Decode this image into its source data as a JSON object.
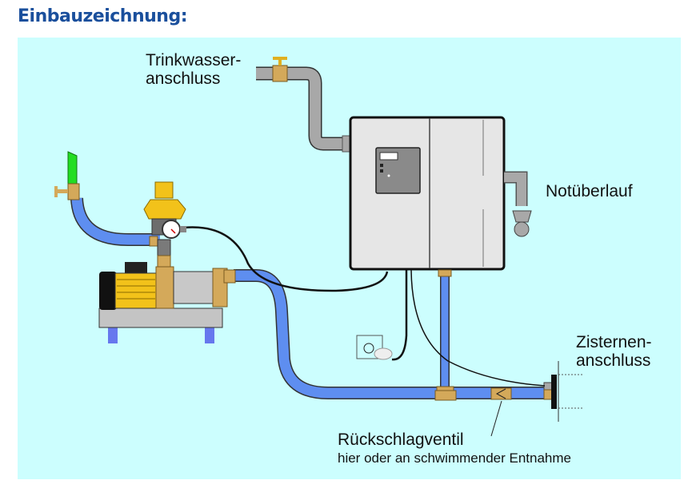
{
  "title": "Einbauzeichnung:",
  "labels": {
    "drinking_water_line1": "Trinkwasser-",
    "drinking_water_line2": "anschluss",
    "overflow": "Notüberlauf",
    "cistern_line1": "Zisternen-",
    "cistern_line2": "anschluss",
    "check_valve": "Rückschlagventil",
    "check_valve_note": "hier oder an schwimmender Entnahme"
  },
  "colors": {
    "title": "#1a4f9c",
    "background": "#ccfefe",
    "hose": "#5e8ef0",
    "brass": "#d4a95a",
    "grey_pipe": "#a8a8a8",
    "pump_yellow": "#f2c21a",
    "cabinet": "#e6e6e6",
    "green_spout": "#22dd22"
  }
}
